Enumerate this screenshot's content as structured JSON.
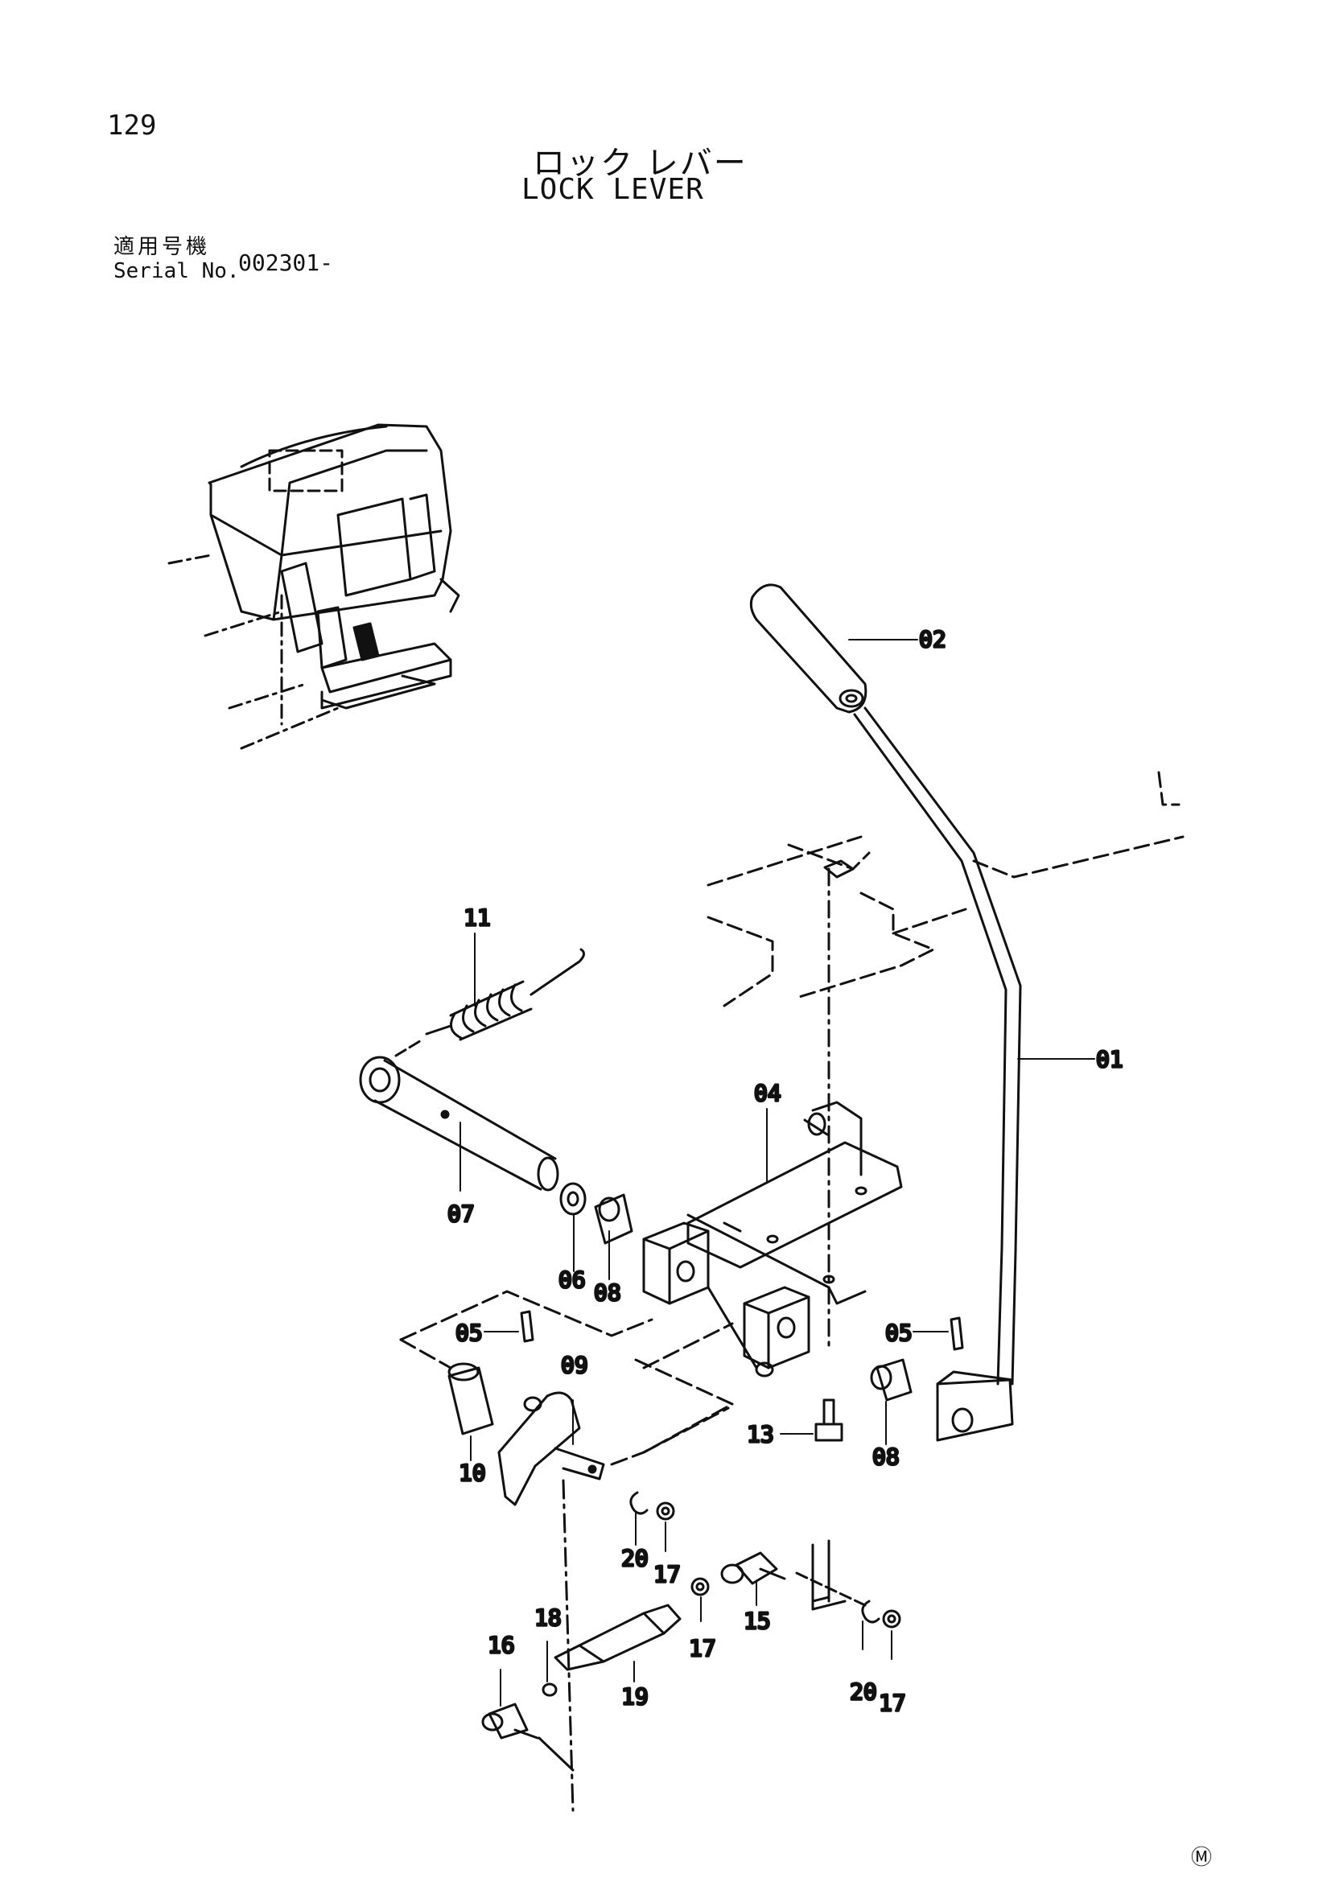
{
  "page": {
    "number": "129",
    "title_jp": "ロック レバー",
    "title_en": "LOCK LEVER",
    "serial_label_jp": "適用号機",
    "serial_label_en": "Serial No.",
    "serial_value": "002301-",
    "footer_mark": "Ⓜ"
  },
  "callouts": [
    {
      "id": "01",
      "label": "01"
    },
    {
      "id": "02",
      "label": "02"
    },
    {
      "id": "04",
      "label": "04"
    },
    {
      "id": "05a",
      "label": "05"
    },
    {
      "id": "05b",
      "label": "05"
    },
    {
      "id": "06",
      "label": "06"
    },
    {
      "id": "07",
      "label": "07"
    },
    {
      "id": "08a",
      "label": "08"
    },
    {
      "id": "08b",
      "label": "08"
    },
    {
      "id": "09",
      "label": "09"
    },
    {
      "id": "10",
      "label": "10"
    },
    {
      "id": "11",
      "label": "11"
    },
    {
      "id": "13",
      "label": "13"
    },
    {
      "id": "15",
      "label": "15"
    },
    {
      "id": "16",
      "label": "16"
    },
    {
      "id": "17a",
      "label": "17"
    },
    {
      "id": "17b",
      "label": "17"
    },
    {
      "id": "17c",
      "label": "17"
    },
    {
      "id": "18",
      "label": "18"
    },
    {
      "id": "19",
      "label": "19"
    },
    {
      "id": "20a",
      "label": "20"
    },
    {
      "id": "20b",
      "label": "20"
    }
  ]
}
